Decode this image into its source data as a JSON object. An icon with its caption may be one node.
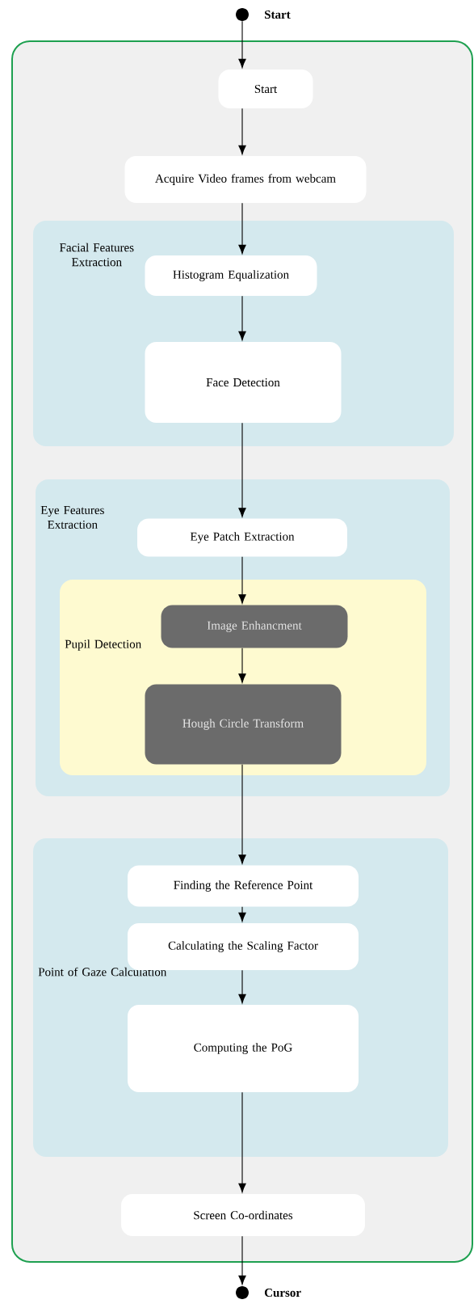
{
  "diagram": {
    "nodes": [
      {
        "text": [],
        "shape": "circle",
        "beside": [
          "Start"
        ]
      },
      {
        "text": [],
        "shape": "box"
      },
      {
        "text": [
          "Start"
        ],
        "in": 1
      },
      {
        "text": [
          "Acquire Video frames from webcam"
        ],
        "in": 1
      },
      {
        "text": [
          "Facial Features Extraction"
        ],
        "in": 1
      },
      {
        "text": [
          "Histogram Equalization"
        ],
        "in": 4
      },
      {
        "text": [
          "Face Detection"
        ],
        "in": 4
      },
      {
        "text": [
          "Eye Features Extraction"
        ],
        "in": 1
      },
      {
        "text": [
          "Eye Patch Extraction"
        ],
        "in": 7
      },
      {
        "text": [
          "Pupil Detection"
        ],
        "in": 7
      },
      {
        "text": [
          "Image Enhancment"
        ],
        "in": 9
      },
      {
        "text": [
          "Hough Circle Transform"
        ],
        "in": 9
      },
      {
        "text": [
          "Point of Gaze Calculation"
        ],
        "in": 1
      },
      {
        "text": [
          "Finding the Reference Point"
        ],
        "in": 12
      },
      {
        "text": [
          "Calculating the Scaling Factor"
        ],
        "in": 12
      },
      {
        "text": [
          "Computing the PoG"
        ],
        "in": 12
      },
      {
        "text": [
          "Screen Co-ordinates"
        ],
        "in": 1
      },
      {
        "text": [],
        "shape": "circle",
        "beside": [
          "Cursor"
        ]
      }
    ],
    "edges": [
      {
        "from": 0,
        "to": 2,
        "arrow": "to"
      },
      {
        "from": 2,
        "to": 3,
        "arrow": "to"
      },
      {
        "from": 3,
        "to": 5,
        "arrow": "to"
      },
      {
        "from": 5,
        "to": 6,
        "arrow": "to"
      },
      {
        "from": 6,
        "to": 8,
        "arrow": "to"
      },
      {
        "from": 8,
        "to": 10,
        "arrow": "to"
      },
      {
        "from": 10,
        "to": 11,
        "arrow": "to"
      },
      {
        "from": 11,
        "to": 13,
        "arrow": "to"
      },
      {
        "from": 13,
        "to": 14,
        "arrow": "to"
      },
      {
        "from": 14,
        "to": 15,
        "arrow": "to"
      },
      {
        "from": 15,
        "to": 16,
        "arrow": "to"
      },
      {
        "from": 16,
        "to": 17,
        "arrow": "to"
      }
    ]
  }
}
